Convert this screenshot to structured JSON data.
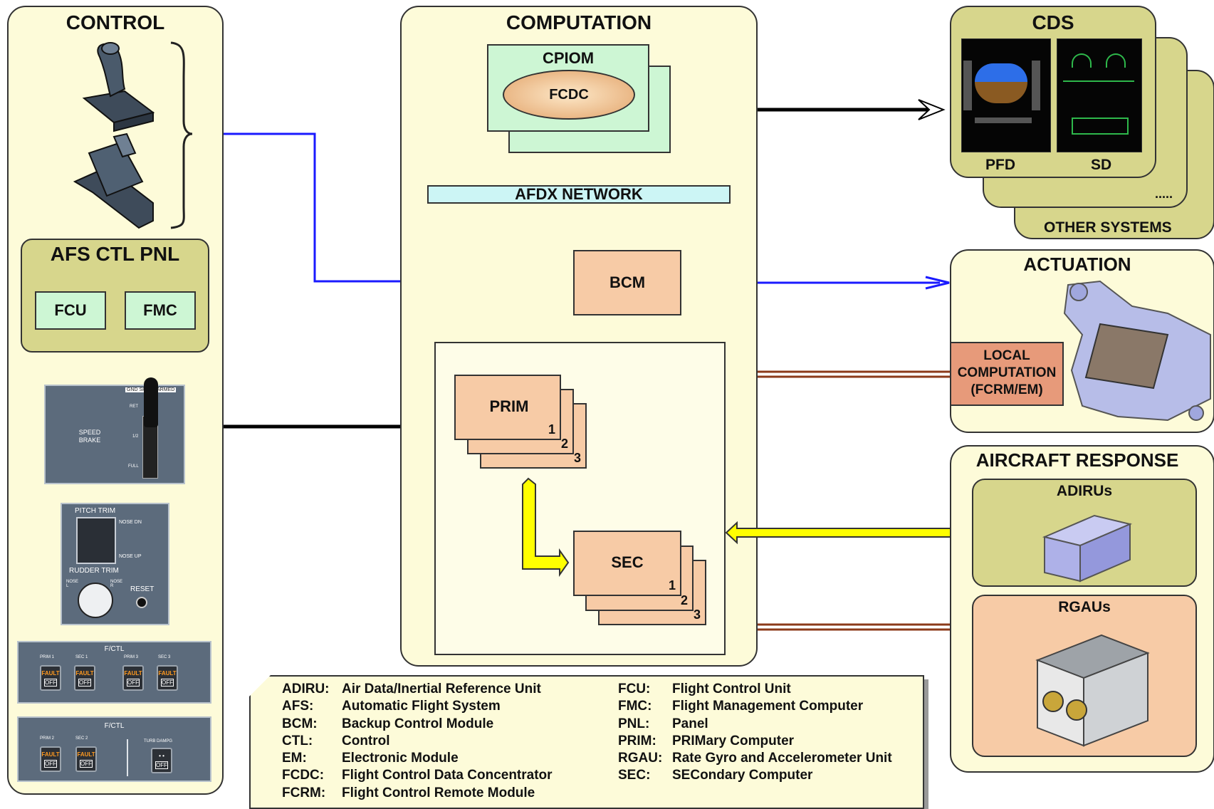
{
  "sections": {
    "control": "CONTROL",
    "computation": "COMPUTATION",
    "cds": "CDS",
    "actuation": "ACTUATION",
    "aircraft_response": "AIRCRAFT RESPONSE"
  },
  "control": {
    "afs_panel_title": "AFS CTL PNL",
    "fcu": "FCU",
    "fmc": "FMC",
    "speed_brake_label": "SPEED BRAKE",
    "speed_brake_marks": [
      "RET",
      "1/2",
      "FULL"
    ],
    "speed_brake_header": "GND SPLRS ARMED",
    "pitch_trim_label": "PITCH TRIM",
    "nose_dn": "NOSE DN",
    "nose_up": "NOSE UP",
    "rudder_trim_label": "RUDDER TRIM",
    "nose_l": "NOSE L",
    "nose_r": "NOSE R",
    "reset": "RESET",
    "fctl_label_top": "F/CTL",
    "fctl_top_buttons": [
      "PRIM 1",
      "SEC 1",
      "PRIM 3",
      "SEC 3"
    ],
    "fctl_label_bottom": "F/CTL",
    "fctl_bottom_buttons": [
      "PRIM 2",
      "SEC 2"
    ],
    "turb_damp": "TURB DAMPG",
    "fault": "FAULT",
    "off": "OFF"
  },
  "computation": {
    "cpiom": "CPIOM",
    "fcdc": "FCDC",
    "afdx": "AFDX NETWORK",
    "bcm": "BCM",
    "prim": "PRIM",
    "sec": "SEC",
    "stack_numbers": [
      "1",
      "2",
      "3"
    ]
  },
  "cds": {
    "pfd": "PFD",
    "sd": "SD",
    "ellipsis": ".....",
    "other_systems": "OTHER SYSTEMS"
  },
  "actuation": {
    "local_computation": "LOCAL COMPUTATION (FCRM/EM)"
  },
  "aircraft_response": {
    "adirus": "ADIRUs",
    "rgaus": "RGAUs"
  },
  "legend": [
    {
      "abbr": "ADIRU:",
      "text": "Air Data/Inertial Reference Unit"
    },
    {
      "abbr": "AFS:",
      "text": "Automatic Flight System"
    },
    {
      "abbr": "BCM:",
      "text": "Backup Control Module"
    },
    {
      "abbr": "CTL:",
      "text": "Control"
    },
    {
      "abbr": "EM:",
      "text": "Electronic Module"
    },
    {
      "abbr": "FCDC:",
      "text": "Flight Control Data Concentrator"
    },
    {
      "abbr": "FCRM:",
      "text": "Flight Control Remote Module"
    },
    {
      "abbr": "FCU:",
      "text": "Flight Control Unit"
    },
    {
      "abbr": "FMC:",
      "text": "Flight Management Computer"
    },
    {
      "abbr": "PNL:",
      "text": "Panel"
    },
    {
      "abbr": "PRIM:",
      "text": "PRIMary Computer"
    },
    {
      "abbr": "RGAU:",
      "text": "Rate Gyro and Accelerometer Unit"
    },
    {
      "abbr": "SEC:",
      "text": "SECondary Computer"
    }
  ],
  "colors": {
    "section_fill": "#fdfbd9",
    "olive": "#d7d68c",
    "salmon": "#f7cba6",
    "mint": "#cdf6d4",
    "afdx": "#ccf5f5",
    "blue_line": "#1a1aff",
    "yellow_arrow": "#ffff00",
    "brown_link": "#8b3a1a"
  }
}
